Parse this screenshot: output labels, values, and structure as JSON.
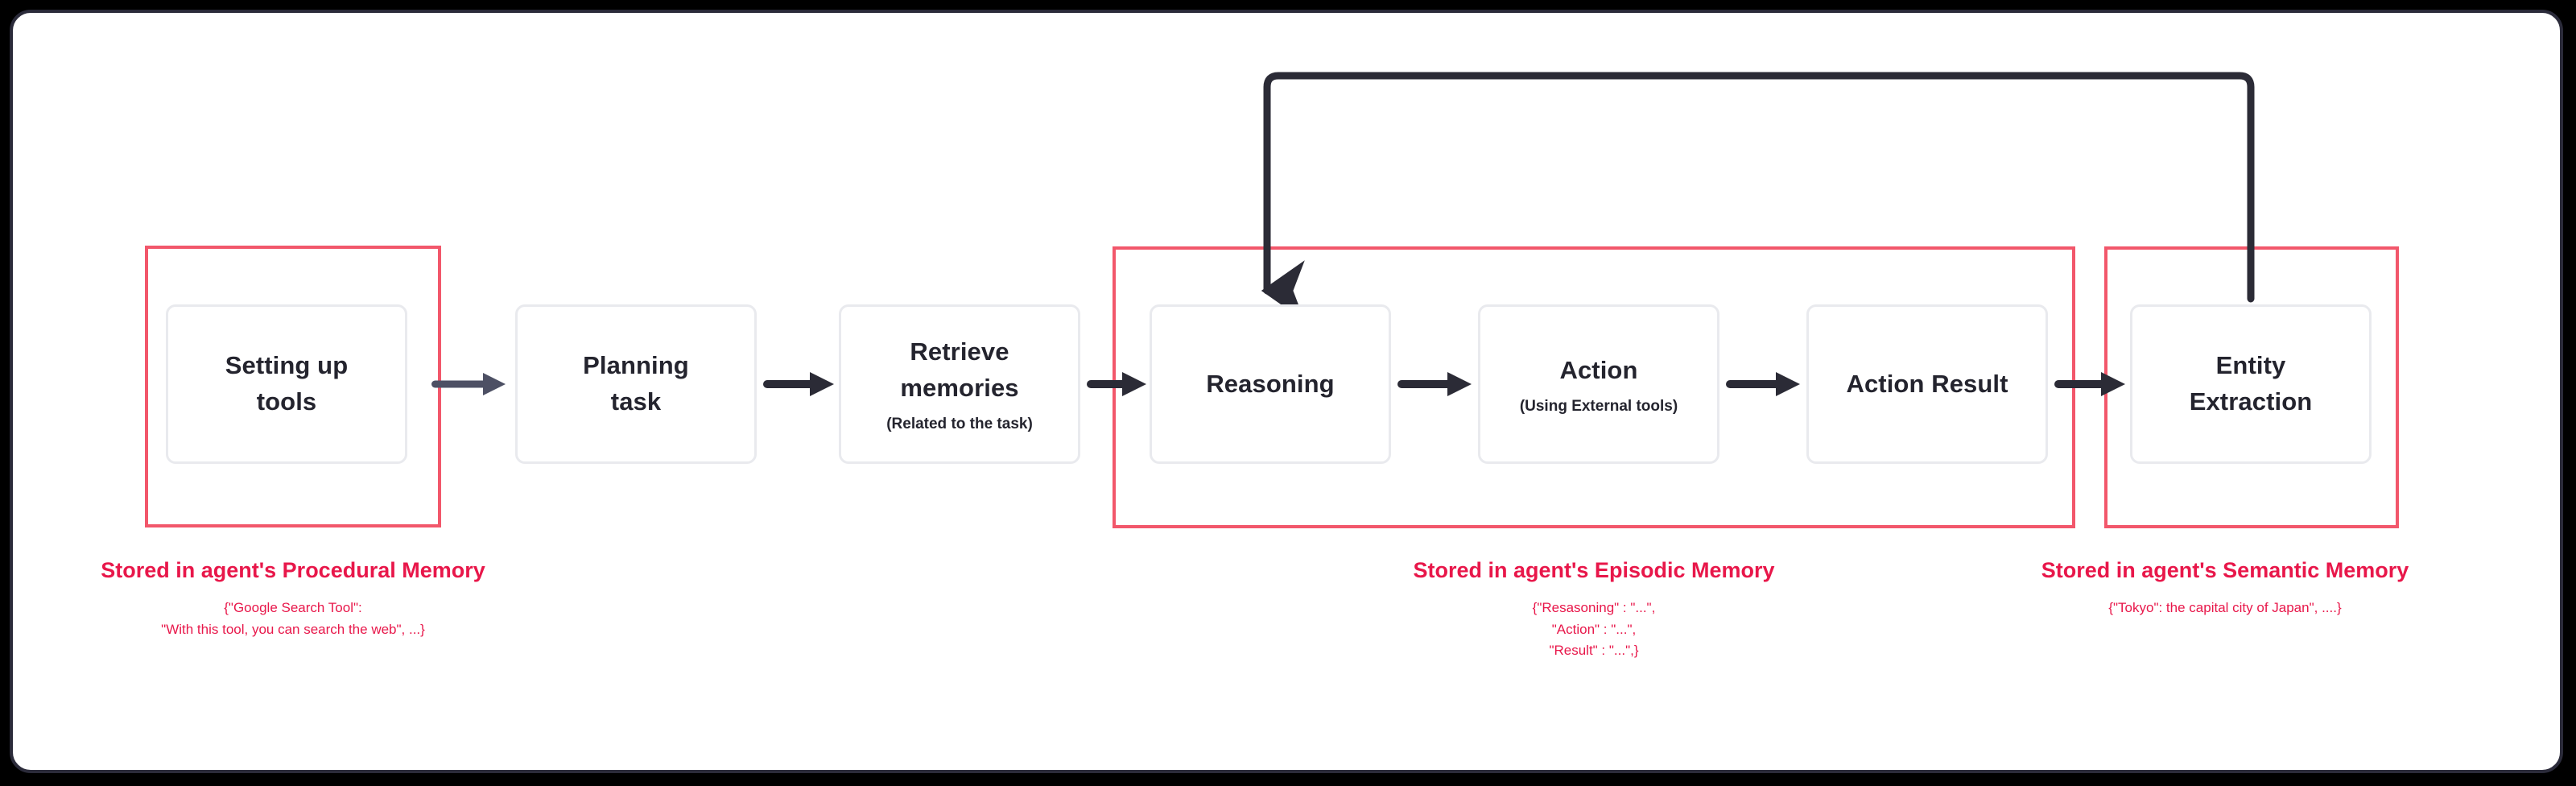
{
  "diagram": {
    "title_present": false,
    "colors": {
      "frame_border": "#2b2b3a",
      "canvas_background": "#ffffff",
      "page_background": "#000000",
      "memory_group_border": "#f2576b",
      "caption_red": "#e8174a",
      "step_border": "#e9eaee",
      "step_text": "#24242e",
      "arrow_dark": "#2b2b36",
      "arrow_muted": "#4d5064"
    },
    "steps": [
      {
        "id": "setting-up-tools",
        "title": "Setting up\ntools",
        "subtitle": ""
      },
      {
        "id": "planning-task",
        "title": "Planning\ntask",
        "subtitle": ""
      },
      {
        "id": "retrieve-memories",
        "title": "Retrieve\nmemories",
        "subtitle": "(Related to the task)"
      },
      {
        "id": "reasoning",
        "title": "Reasoning",
        "subtitle": ""
      },
      {
        "id": "action",
        "title": "Action",
        "subtitle": "(Using External tools)"
      },
      {
        "id": "action-result",
        "title": "Action Result",
        "subtitle": ""
      },
      {
        "id": "entity-extraction",
        "title": "Entity\nExtraction",
        "subtitle": ""
      }
    ],
    "memory_groups": [
      {
        "id": "procedural",
        "caption_title": "Stored in agent's Procedural Memory",
        "caption_code": "{\"Google Search Tool\":\n\"With this tool, you can search the web\", ...}"
      },
      {
        "id": "episodic",
        "caption_title": "Stored in agent's Episodic Memory",
        "caption_code": "{\"Resasoning\" : \"...\",\n\"Action\" : \"...\",\n\"Result\" : \"...\",}"
      },
      {
        "id": "semantic",
        "caption_title": "Stored in agent's Semantic Memory",
        "caption_code": "{\"Tokyo\": the capital city of Japan\", ....}"
      }
    ],
    "connections": [
      {
        "id": "arrow-tools-to-planning",
        "from": "setting-up-tools",
        "to": "planning-task"
      },
      {
        "id": "arrow-planning-to-retrieve",
        "from": "planning-task",
        "to": "retrieve-memories"
      },
      {
        "id": "arrow-retrieve-to-reasoning",
        "from": "retrieve-memories",
        "to": "reasoning"
      },
      {
        "id": "arrow-reasoning-to-action",
        "from": "reasoning",
        "to": "action"
      },
      {
        "id": "arrow-action-to-result",
        "from": "action",
        "to": "action-result"
      },
      {
        "id": "arrow-result-to-entity",
        "from": "action-result",
        "to": "entity-extraction"
      },
      {
        "id": "feedback-loop-entity-to-reasoning",
        "from": "entity-extraction",
        "to": "reasoning"
      }
    ]
  }
}
